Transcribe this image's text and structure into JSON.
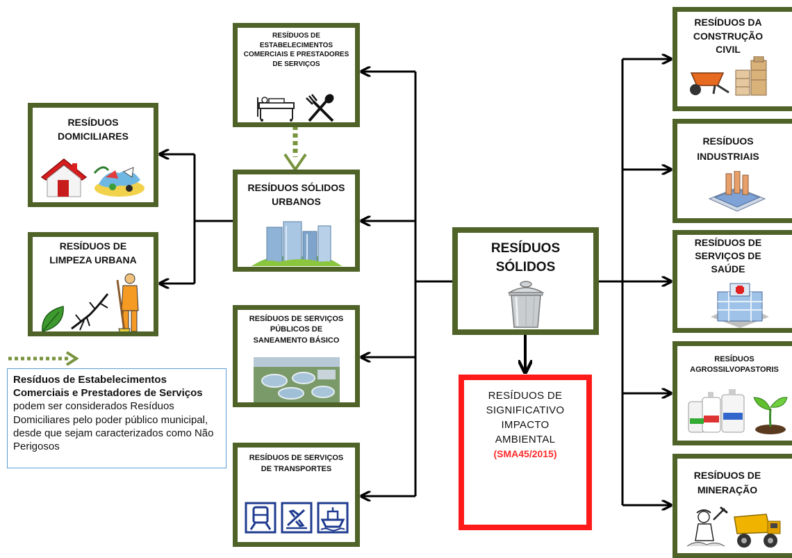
{
  "center": {
    "title_line1": "RESÍDUOS",
    "title_line2": "SÓLIDOS",
    "icon": "trash-can-icon"
  },
  "left_column": {
    "comerciais": {
      "title": "RESÍDUOS DE ESTABELECIMENTOS COMERCIAIS E PRESTADORES DE SERVIÇOS",
      "icons": [
        "hospital-bed-icon",
        "spoon-fork-icon"
      ]
    },
    "urbanos": {
      "title": "RESÍDUOS SÓLIDOS URBANOS",
      "icon": "city-buildings-icon"
    },
    "saneamento": {
      "title": "RESÍDUOS DE SERVIÇOS PÚBLICOS DE SANEAMENTO BÁSICO",
      "icon": "treatment-plant-photo"
    },
    "transportes": {
      "title": "RESÍDUOS DE SERVIÇOS DE TRANSPORTES",
      "icons": [
        "train-icon",
        "airplane-icon",
        "ship-icon"
      ]
    }
  },
  "far_left": {
    "domiciliares": {
      "title": "RESÍDUOS DOMICILIARES",
      "icons": [
        "house-icon",
        "garbage-pile-icon"
      ]
    },
    "limpeza": {
      "title": "RESÍDUOS DE LIMPEZA URBANA",
      "icons": [
        "leaf-icon",
        "branch-icon",
        "street-sweeper-icon"
      ]
    }
  },
  "right_column": [
    {
      "title": "RESÍDUOS DA CONSTRUÇÃO CIVIL",
      "icons": [
        "wheelbarrow-icon",
        "bricks-icon"
      ]
    },
    {
      "title": "RESÍDUOS INDUSTRIAIS",
      "icon": "factory-icon"
    },
    {
      "title": "RESÍDUOS DE SERVIÇOS DE SAÚDE",
      "icon": "hospital-icon"
    },
    {
      "title": "RESÍDUOS AGROSSILVOPASTORIS",
      "icons": [
        "chemical-jugs-icon",
        "seedling-icon"
      ]
    },
    {
      "title": "RESÍDUOS DE MINERAÇÃO",
      "icons": [
        "miner-icon",
        "dump-truck-icon"
      ]
    }
  ],
  "impact": {
    "title_lines": [
      "RESÍDUOS DE",
      "SIGNIFICATIVO",
      "IMPACTO",
      "AMBIENTAL"
    ],
    "reference": "(SMA45/2015)"
  },
  "note": {
    "bold_text": "Resíduos de Estabelecimentos Comerciais e Prestadores de Serviços",
    "text": " podem ser considerados Resíduos Domiciliares pelo poder público municipal, desde que sejam caracterizados como Não Perigosos"
  },
  "colors": {
    "box_border": "#4f6228",
    "arrow": "#000000",
    "impact_border": "#ff1a1a",
    "dotted_arrow": "#77933c",
    "note_border": "#5b9bd5"
  }
}
